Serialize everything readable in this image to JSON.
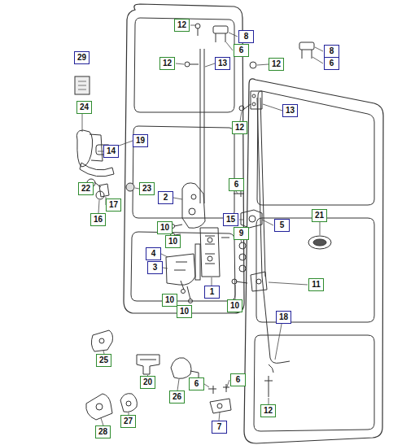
{
  "diagram": {
    "labels": [
      "12",
      "8",
      "8",
      "29",
      "12",
      "6",
      "13",
      "12",
      "6",
      "13",
      "24",
      "19",
      "14",
      "12",
      "22",
      "23",
      "17",
      "16",
      "2",
      "6",
      "15",
      "5",
      "21",
      "10",
      "9",
      "10",
      "4",
      "3",
      "11",
      "1",
      "10",
      "10",
      "10",
      "18",
      "25",
      "20",
      "26",
      "6",
      "6",
      "12",
      "7",
      "28",
      "27"
    ]
  }
}
